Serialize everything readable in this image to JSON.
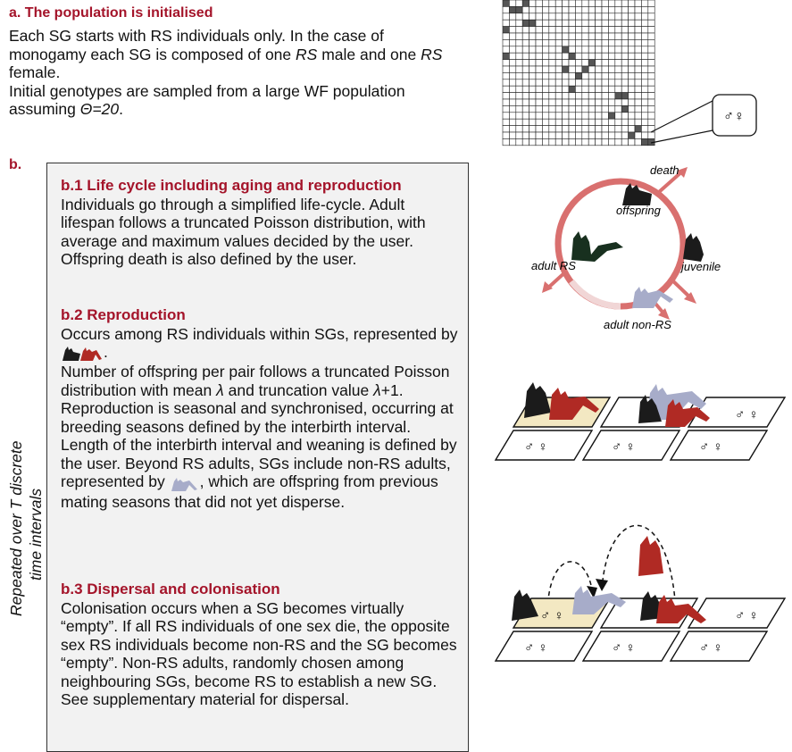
{
  "panel_a": {
    "title": "a. The population is initialised",
    "line1_pre": "Each SG starts with RS individuals only. In the case of monogamy each SG is composed of one ",
    "rs_male": "RS",
    "line1_mid": " male and one ",
    "rs_female": "RS",
    "line1_post": " female.",
    "line2_pre": "Initial genotypes are sampled from a large WF population assuming ",
    "theta": "Θ=20",
    "line2_post": "."
  },
  "grid_callout": "♂♀",
  "panel_b": {
    "label": "b.",
    "vertical_line1": "Repeated over T discrete",
    "vertical_line2": "time intervals",
    "b1": {
      "title": "b.1 Life cycle including aging and reproduction",
      "text": "Individuals go through a simplified life-cycle. Adult lifespan follows a truncated Poisson distribution, with average and maximum values decided by the user. Offspring death is also defined by the user."
    },
    "b2": {
      "title": "b.2 Reproduction",
      "text1": "Occurs among RS individuals within SGs, represented by",
      "text1_end": ".",
      "text2_pre": "Number of offspring per pair follows a truncated Poisson distribution with mean",
      "lambda": "λ",
      "text2_mid": "and truncation value",
      "lambda2": "λ",
      "text2_post": "+1.",
      "text3": "Reproduction is seasonal and synchronised, occurring at breeding seasons defined by the interbirth interval. Length of the interbirth interval and weaning is defined by the user. Beyond RS adults, SGs include non-RS adults, represented by",
      "text3_end": ", which are offspring from previous mating seasons that did not yet disperse."
    },
    "b3": {
      "title": "b.3 Dispersal and colonisation",
      "text": "Colonisation occurs when a SG becomes virtually “empty”. If all RS individuals of one sex die, the opposite sex RS individuals become non-RS and the SG becomes “empty”. Non-RS adults, randomly chosen among neighbouring SGs, become RS to establish a new SG. See supplementary material for dispersal."
    }
  },
  "life_cycle": {
    "death": "death",
    "offspring": "offspring",
    "juvenile": "juvenile",
    "adult_rs": "adult RS",
    "adult_non_rs": "adult non-RS"
  },
  "tile_symbols": "♂ ♀",
  "colors": {
    "accent_red": "#a4142a",
    "cycle_red": "#d9706f",
    "cat_black": "#1b1b1b",
    "cat_green": "#18301f",
    "cat_red": "#b02a24",
    "cat_blue": "#a7acc9",
    "tile_yellow": "#f3e8c2",
    "panel_bg": "#f2f2f2"
  }
}
